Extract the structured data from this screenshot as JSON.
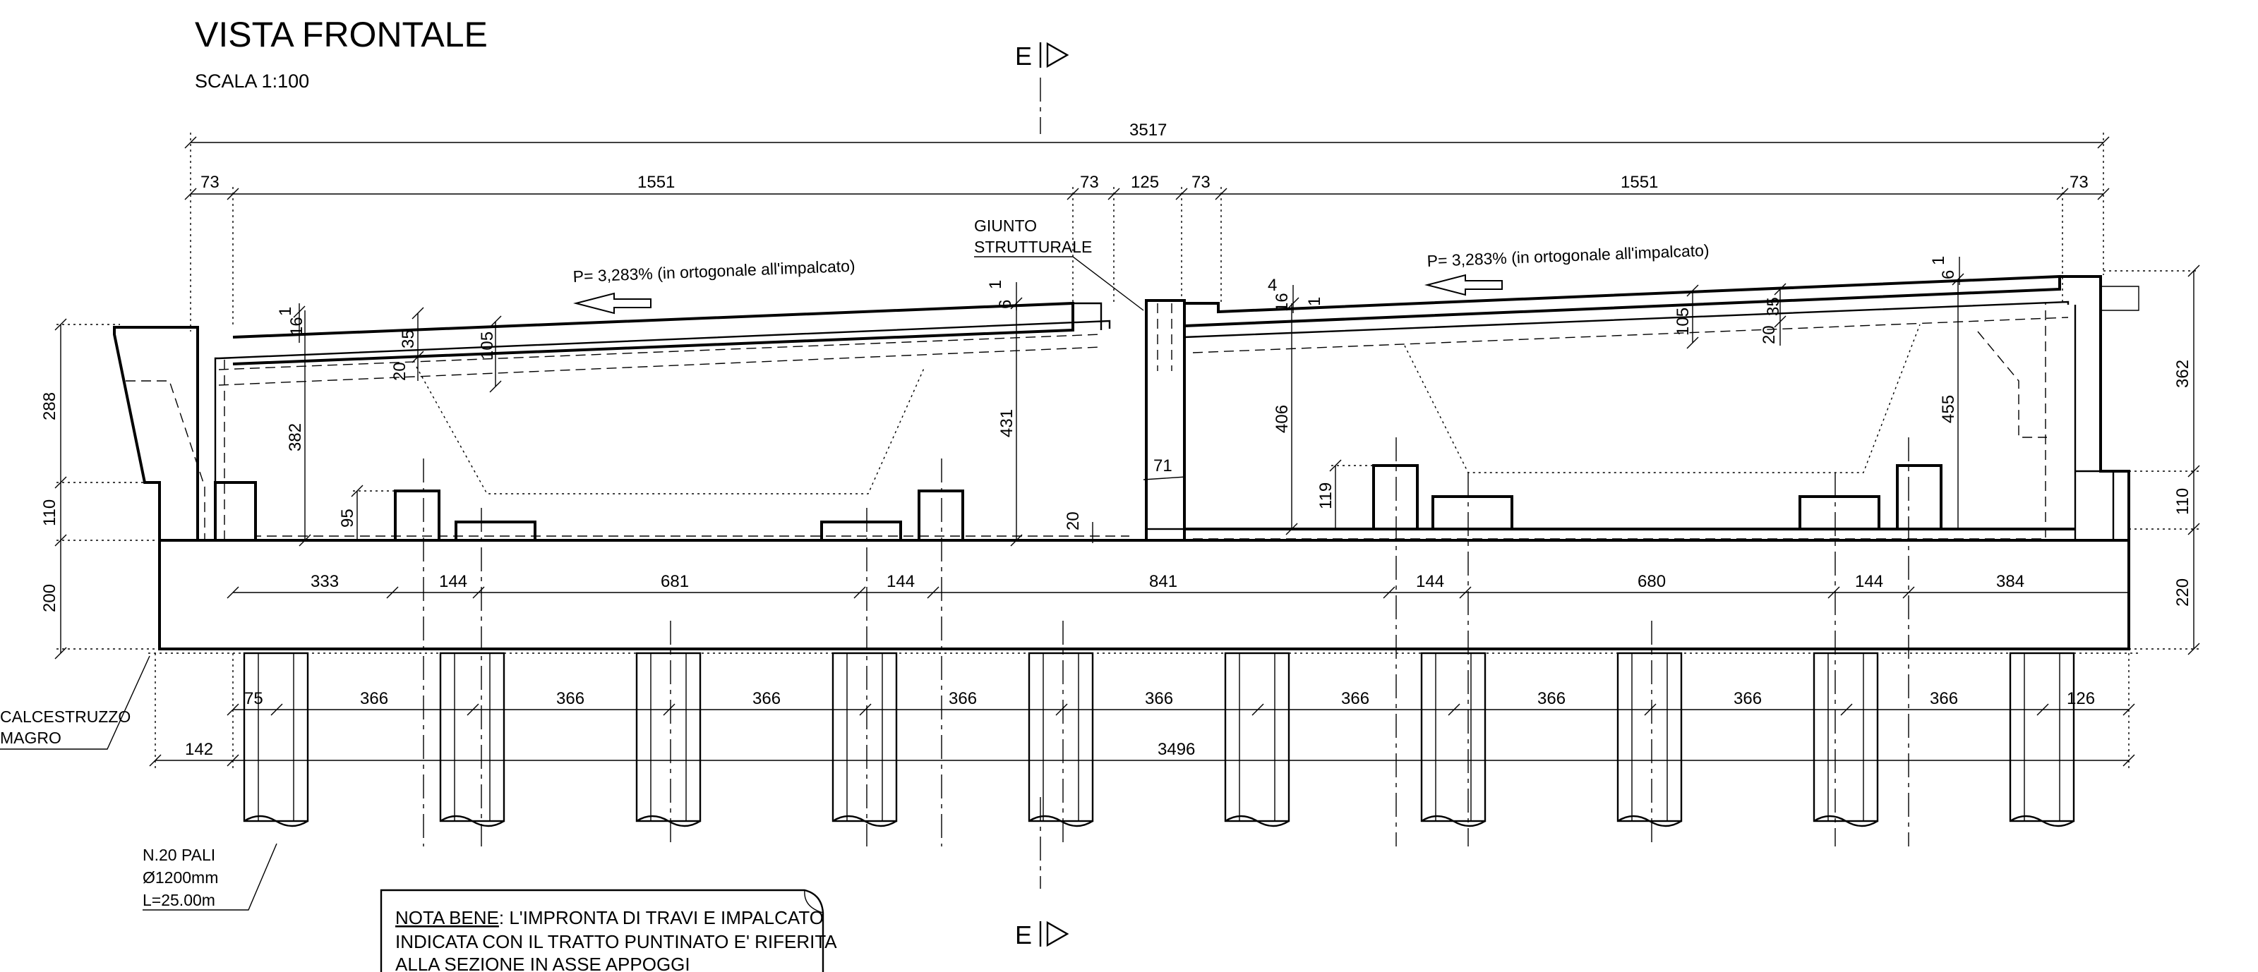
{
  "title": "VISTA FRONTALE",
  "scale": "SCALA 1:100",
  "section_mark": "E",
  "slope_left": "P= 3,283% (in ortogonale all'impalcato)",
  "slope_right": "P= 3,283% (in ortogonale all'impalcato)",
  "joint_label": [
    "GIUNTO",
    "STRUTTURALE"
  ],
  "lean_concrete_label": [
    "CALCESTRUZZO",
    "MAGRO"
  ],
  "piles_label": [
    "N.20 PALI",
    "Ø1200mm",
    "L=25.00m"
  ],
  "note": {
    "heading": "NOTA BENE",
    "line1_rest": ": L'IMPRONTA DI TRAVI E IMPALCATO",
    "line2": "INDICATA CON IL TRATTO PUNTINATO E' RIFERITA",
    "line3": "ALLA SEZIONE IN ASSE APPOGGI"
  },
  "dimensions": {
    "overall": "3517",
    "top_row": [
      "73",
      "1551",
      "73",
      "125",
      "73",
      "1551",
      "73"
    ],
    "foundation_row": [
      "333",
      "144",
      "681",
      "144",
      "841",
      "144",
      "680",
      "144",
      "384"
    ],
    "pile_row": [
      "75",
      "366",
      "366",
      "366",
      "366",
      "366",
      "366",
      "366",
      "366",
      "366",
      "126"
    ],
    "base_total": "3496",
    "base_offset": "142",
    "left_heights": [
      "288",
      "110",
      "200"
    ],
    "right_heights": [
      "362",
      "110",
      "220"
    ],
    "interior": {
      "left_pier": "382",
      "left_pedestal": "95",
      "center_left": "431",
      "center_bottom": "20",
      "joint_width": "71",
      "right_pier": "406",
      "right_pedestal": "119",
      "right_wall": "455",
      "slab_35_left": "35",
      "slab_20_left": "20",
      "slab_105_left": "105",
      "slab_105_right": "105",
      "slab_20_right": "20",
      "slab_35_right": "35",
      "small_16_left": "16",
      "small_1_left": "1",
      "small_6_left": "6",
      "small_1_center": "1",
      "small_4": "4",
      "small_16_right": "16",
      "small_1_right": "1",
      "small_6_right": "6",
      "small_1_far": "1"
    }
  }
}
